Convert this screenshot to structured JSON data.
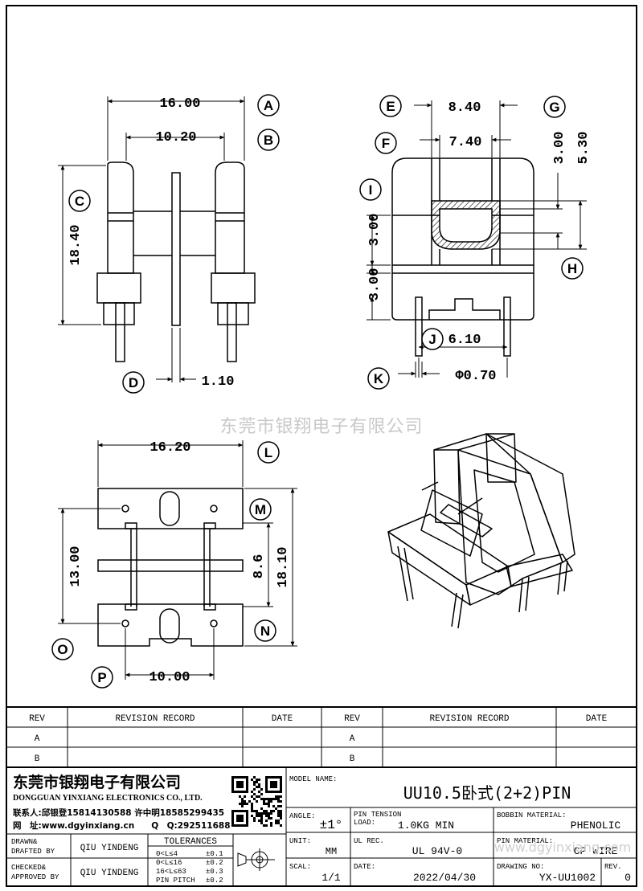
{
  "watermark": "东莞市银翔电子有限公司",
  "watermark_url": "www.dgyinxiang.com",
  "dimensions": {
    "top_left_width": "16.00",
    "top_left_inner": "10.20",
    "top_left_height": "18.40",
    "top_left_pin": "1.10",
    "top_right_outer": "8.40",
    "top_right_inner": "7.40",
    "top_right_v1": "3.00",
    "top_right_v2": "5.30",
    "top_right_left": "3.00",
    "top_right_base": "3.00",
    "top_right_pins": "6.10",
    "top_right_pin_dia": "Φ0.70",
    "bottom_width": "16.20",
    "bottom_height1": "13.00",
    "bottom_height2": "8.6",
    "bottom_height3": "18.10",
    "bottom_pins": "10.00"
  },
  "markers": [
    "A",
    "B",
    "C",
    "D",
    "E",
    "F",
    "G",
    "H",
    "I",
    "J",
    "K",
    "L",
    "M",
    "N",
    "O",
    "P"
  ],
  "revision_table": {
    "headers": [
      "REV",
      "REVISION RECORD",
      "DATE",
      "REV",
      "REVISION RECORD",
      "DATE"
    ],
    "rows": [
      [
        "A",
        "",
        "",
        "A",
        "",
        ""
      ],
      [
        "B",
        "",
        "",
        "B",
        "",
        ""
      ]
    ]
  },
  "company": {
    "name_cn": "东莞市银翔电子有限公司",
    "name_en": "DONGGUAN YINXIANG ELECTRONICS CO., LTD.",
    "contact": "联系人:邱银登15814130588 许中明18585299435",
    "web": "网　址:www.dgyinxiang.cn　　Q　Q:292511688"
  },
  "title_block": {
    "model_name_label": "MODEL NAME:",
    "model_name": "UU10.5卧式(2+2)PIN",
    "angle_label": "ANGLE:",
    "angle": "±1°",
    "pin_tension_label": "PIN TENSION LOAD:",
    "pin_tension": "1.0KG MIN",
    "bobbin_label": "BOBBIN MATERIAL:",
    "bobbin": "PHENOLIC",
    "unit_label": "UNIT:",
    "unit": "MM",
    "ul_label": "UL REC.",
    "ul": "UL 94V-0",
    "pin_material_label": "PIN MATERIAL:",
    "pin_material": "CP WIRE",
    "scale_label": "SCAL:",
    "scale": "1/1",
    "date_label": "DATE:",
    "date": "2022/04/30",
    "drawing_no_label": "DRAWING NO:",
    "drawing_no": "YX-UU1002",
    "rev_label": "REV.",
    "rev": "0",
    "drawn_label": "DRAWN& DRAFTED BY",
    "drawn_by": "QIU YINDENG",
    "checked_label": "CHECKED& APPROVED BY",
    "checked_by": "QIU YINDENG",
    "tolerances_label": "TOLERANCES",
    "tolerances": [
      [
        "0<L≤4",
        "±0.1"
      ],
      [
        "0<L≤16",
        "±0.2"
      ],
      [
        "16<L≤63",
        "±0.3"
      ],
      [
        "PIN PITCH",
        "±0.2"
      ]
    ]
  }
}
